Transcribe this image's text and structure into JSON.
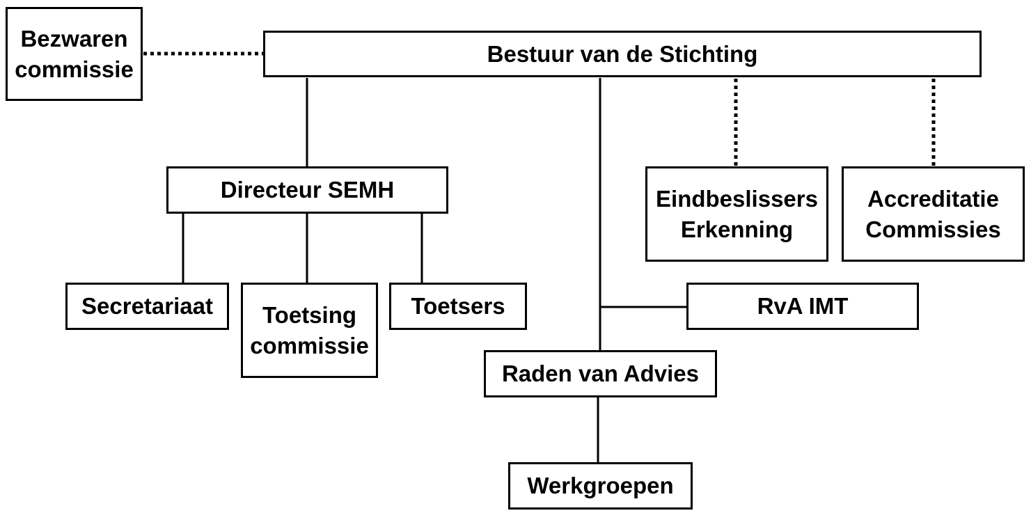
{
  "diagram": {
    "nodes": {
      "bestuur": "Bestuur van de Stichting",
      "bezwaren": [
        "Bezwaren",
        "commissie"
      ],
      "directeur": "Directeur SEMH",
      "eindbeslissers": [
        "Eindbeslissers",
        "Erkenning"
      ],
      "accreditatie": [
        "Accreditatie",
        "Commissies"
      ],
      "secretariaat": "Secretariaat",
      "toetsing": [
        "Toetsing",
        "commissie"
      ],
      "toetsers": "Toetsers",
      "rva_imt": "RvA IMT",
      "raden": "Raden van Advies",
      "werkgroepen": "Werkgroepen"
    },
    "colors": {
      "line": "#000000",
      "box_border": "#000000",
      "background": "#ffffff"
    }
  }
}
